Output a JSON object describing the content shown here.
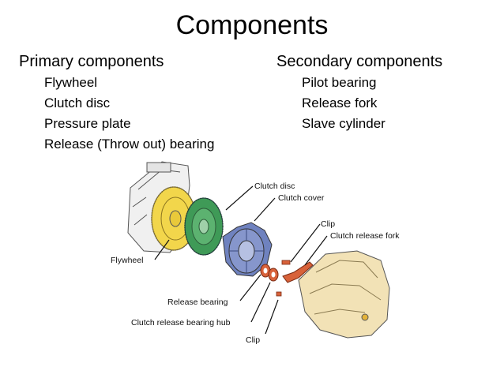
{
  "slide": {
    "title": "Components",
    "primary": {
      "heading": "Primary components",
      "items": [
        "Flywheel",
        "Clutch disc",
        "Pressure plate",
        "Release (Throw out) bearing"
      ]
    },
    "secondary": {
      "heading": "Secondary components",
      "items": [
        "Pilot bearing",
        "Release fork",
        "Slave cylinder"
      ]
    }
  },
  "diagram": {
    "labels": {
      "clutch_disc": "Clutch disc",
      "clutch_cover": "Clutch cover",
      "clip_top": "Clip",
      "clutch_release_fork": "Clutch release fork",
      "flywheel": "Flywheel",
      "release_bearing": "Release bearing",
      "clutch_release_bearing_hub": "Clutch release bearing hub",
      "clip_bottom": "Clip"
    },
    "colors": {
      "flywheel": "#f2d64b",
      "clutch_disc": "#3f9a57",
      "clutch_cover": "#6f82bf",
      "release_parts": "#d8623a",
      "housing": "#f2e2b6",
      "engine": "#f0f0f0"
    }
  }
}
